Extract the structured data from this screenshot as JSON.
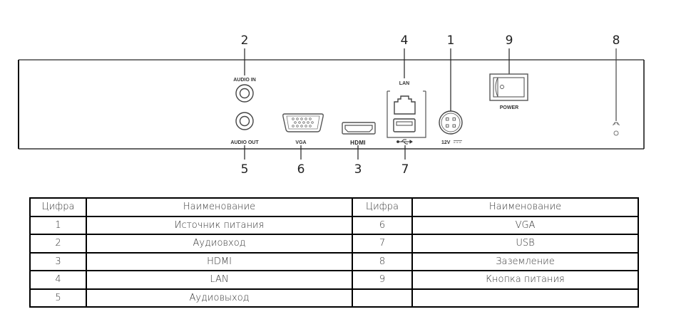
{
  "diagram": {
    "callouts": {
      "audio_in": "2",
      "lan": "4",
      "power_supply": "1",
      "power_button": "9",
      "ground": "8",
      "audio_out": "5",
      "vga": "6",
      "hdmi": "3",
      "usb": "7"
    },
    "port_labels": {
      "audio_in": "AUDIO IN",
      "audio_out": "AUDIO OUT",
      "vga": "VGA",
      "hdmi": "HDMI",
      "lan": "LAN",
      "power_in": "12V",
      "power_button": "POWER"
    },
    "icons": {
      "usb": "usb-icon",
      "ground": "ground-icon",
      "dc": "dc-voltage-icon"
    }
  },
  "table": {
    "headers": [
      "Цифра",
      "Наименование",
      "Цифра",
      "Наименование"
    ],
    "rows": [
      [
        "1",
        "Источник питания",
        "6",
        "VGA"
      ],
      [
        "2",
        "Аудиовход",
        "7",
        "USB"
      ],
      [
        "3",
        "HDMI",
        "8",
        "Заземление"
      ],
      [
        "4",
        "LAN",
        "9",
        "Кнопка питания"
      ],
      [
        "5",
        "Аудиовыход",
        "",
        ""
      ]
    ]
  }
}
